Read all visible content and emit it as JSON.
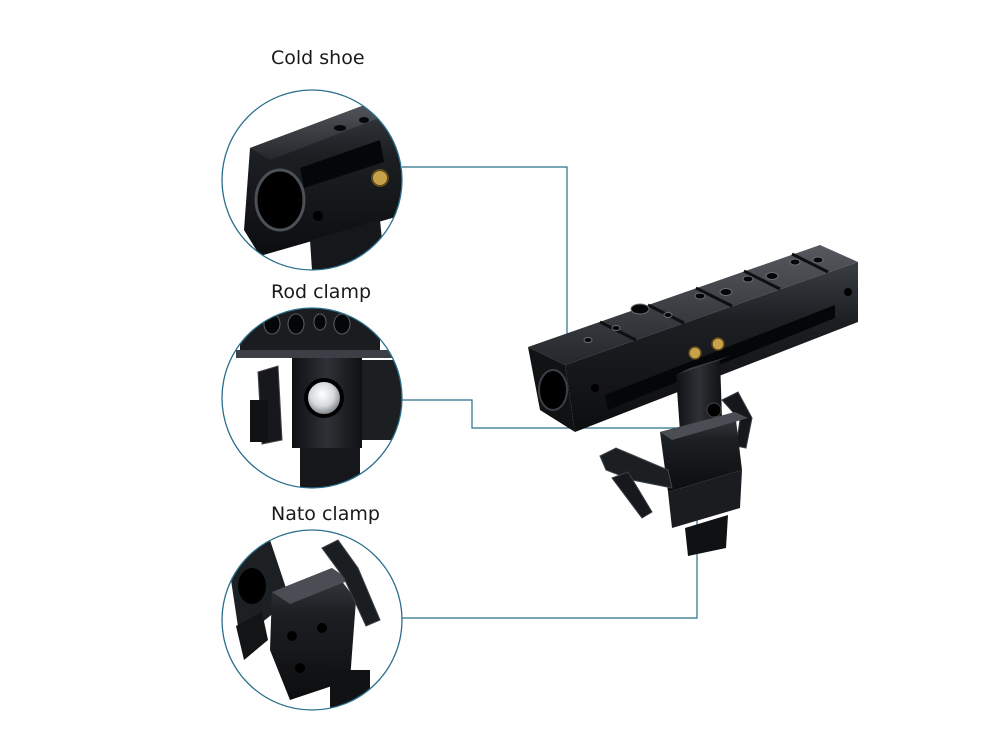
{
  "labels": {
    "cold_shoe": "Cold shoe",
    "rod_clamp": "Rod clamp",
    "nato_clamp": "Nato clamp"
  },
  "colors": {
    "callout_line": "#2b6f8c",
    "circle_stroke": "#2b6f8c",
    "metal_dark": "#121416",
    "metal_mid": "#2a2d31",
    "metal_light": "#5c6167",
    "hole": "#000000",
    "gold_screw": "#c8a24a"
  }
}
